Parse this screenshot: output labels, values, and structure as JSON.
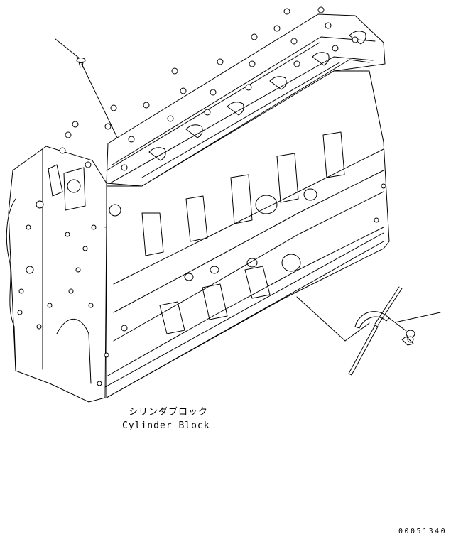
{
  "part": {
    "name_jp": "シリンダブロック",
    "name_en": "Cylinder Block"
  },
  "drawing_number": "00051340",
  "colors": {
    "line": "#000000",
    "background": "#ffffff"
  },
  "icons": [
    "cylinder-block-drawing",
    "dipstick-drawing",
    "plug-drawing"
  ]
}
